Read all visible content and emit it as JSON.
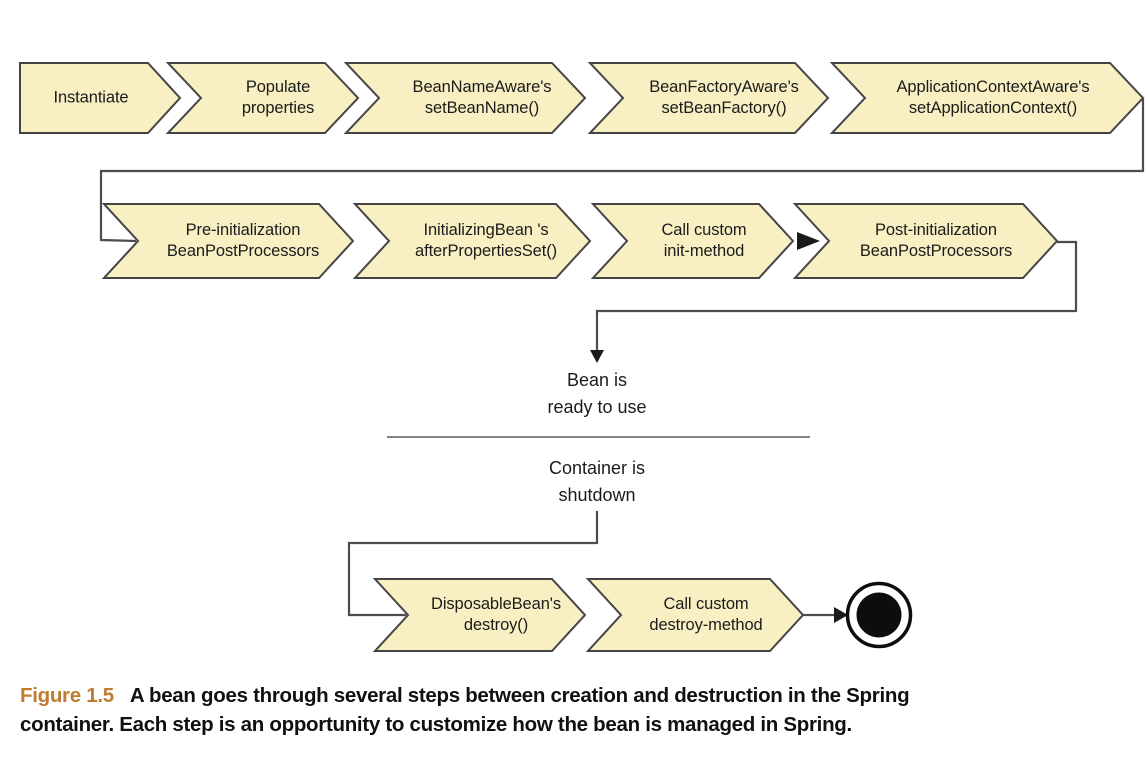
{
  "diagram": {
    "row1": [
      {
        "label": "Instantiate"
      },
      {
        "label": "Populate\nproperties"
      },
      {
        "label": "BeanNameAware's\nsetBeanName()"
      },
      {
        "label": "BeanFactoryAware's\nsetBeanFactory()"
      },
      {
        "label": "ApplicationContextAware's\nsetApplicationContext()"
      }
    ],
    "row2": [
      {
        "label": "Pre-initialization\nBeanPostProcessors"
      },
      {
        "label": "InitializingBean 's\nafterPropertiesSet()"
      },
      {
        "label": "Call custom\ninit-method"
      },
      {
        "label": "Post-initialization\nBeanPostProcessors"
      }
    ],
    "row3": [
      {
        "label": "DisposableBean's\ndestroy()"
      },
      {
        "label": "Call custom\ndestroy-method"
      }
    ],
    "nodes": {
      "bean_ready": "Bean is\nready to use",
      "container_shutdown": "Container is\nshutdown"
    }
  },
  "caption": {
    "figure_label": "Figure 1.5",
    "line1": "A bean goes through several steps between creation and destruction in the Spring",
    "line2": "container. Each step is an opportunity to customize how the bean is managed in Spring."
  },
  "colors": {
    "box_fill": "#f8f0c3",
    "box_border": "#444444",
    "connector": "#4d4d4d",
    "figure_label": "#bf7b2e"
  }
}
